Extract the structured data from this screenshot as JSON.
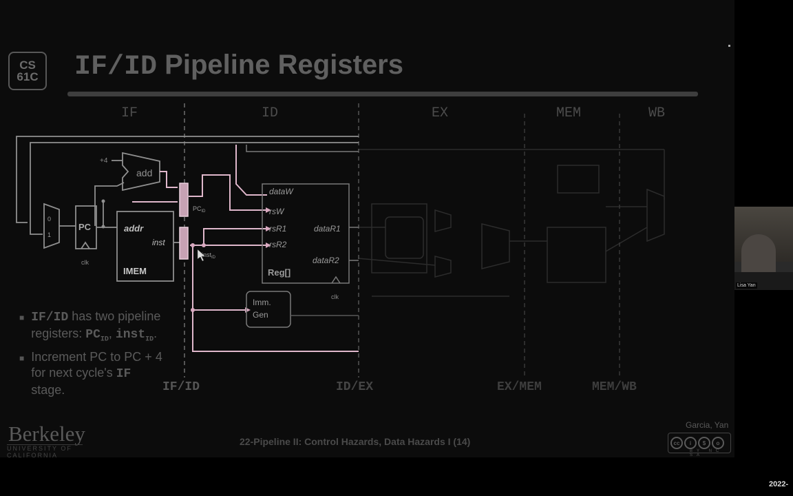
{
  "slide": {
    "logo_line1": "CS",
    "logo_line2": "61C",
    "title_mono": "IF/ID",
    "title_rest": " Pipeline Registers",
    "stages": {
      "if": "IF",
      "id": "ID",
      "ex": "EX",
      "mem": "MEM",
      "wb": "WB"
    },
    "registers": {
      "if_id": "IF/ID",
      "id_ex": "ID/EX",
      "ex_mem": "EX/MEM",
      "mem_wb": "MEM/WB"
    },
    "diagram": {
      "plus4": "+4",
      "add": "add",
      "mux_0": "0",
      "mux_1": "1",
      "pc": "PC",
      "clk": "clk",
      "addr": "addr",
      "inst": "inst",
      "imem": "IMEM",
      "pc_id": "PC",
      "pc_id_sub": "ID",
      "inst_id": "inst",
      "inst_id_sub": "ID",
      "dataW": "dataW",
      "rsW": "rsW",
      "rsR1": "rsR1",
      "rsR2": "rsR2",
      "dataR1": "dataR1",
      "dataR2": "dataR2",
      "reg": "Reg[]",
      "reg_clk": "clk",
      "imm1": "Imm.",
      "imm2": "Gen"
    },
    "bullets": [
      {
        "mono1": "IF/ID",
        "text1": " has two pipeline registers: ",
        "mono2": "PC",
        "sub2": "ID",
        "text2": ", ",
        "mono3": "inst",
        "sub3": "ID",
        "text3": "."
      },
      {
        "text1": "Increment PC to PC + 4 for next cycle's ",
        "mono1": "IF",
        "text2": " stage."
      }
    ],
    "berkeley": "Berkeley",
    "berkeley_sub": "UNIVERSITY OF CALIFORNIA",
    "footer": "22-Pipeline II: Control Hazards, Data Hazards I (14)",
    "author": "Garcia, Yan",
    "cc_labels": [
      "cc",
      "i",
      "$",
      "o"
    ],
    "cc_sub": "BY NC SA"
  },
  "webcam": {
    "name": "Lisa Yan"
  },
  "timestamp": "2022-"
}
